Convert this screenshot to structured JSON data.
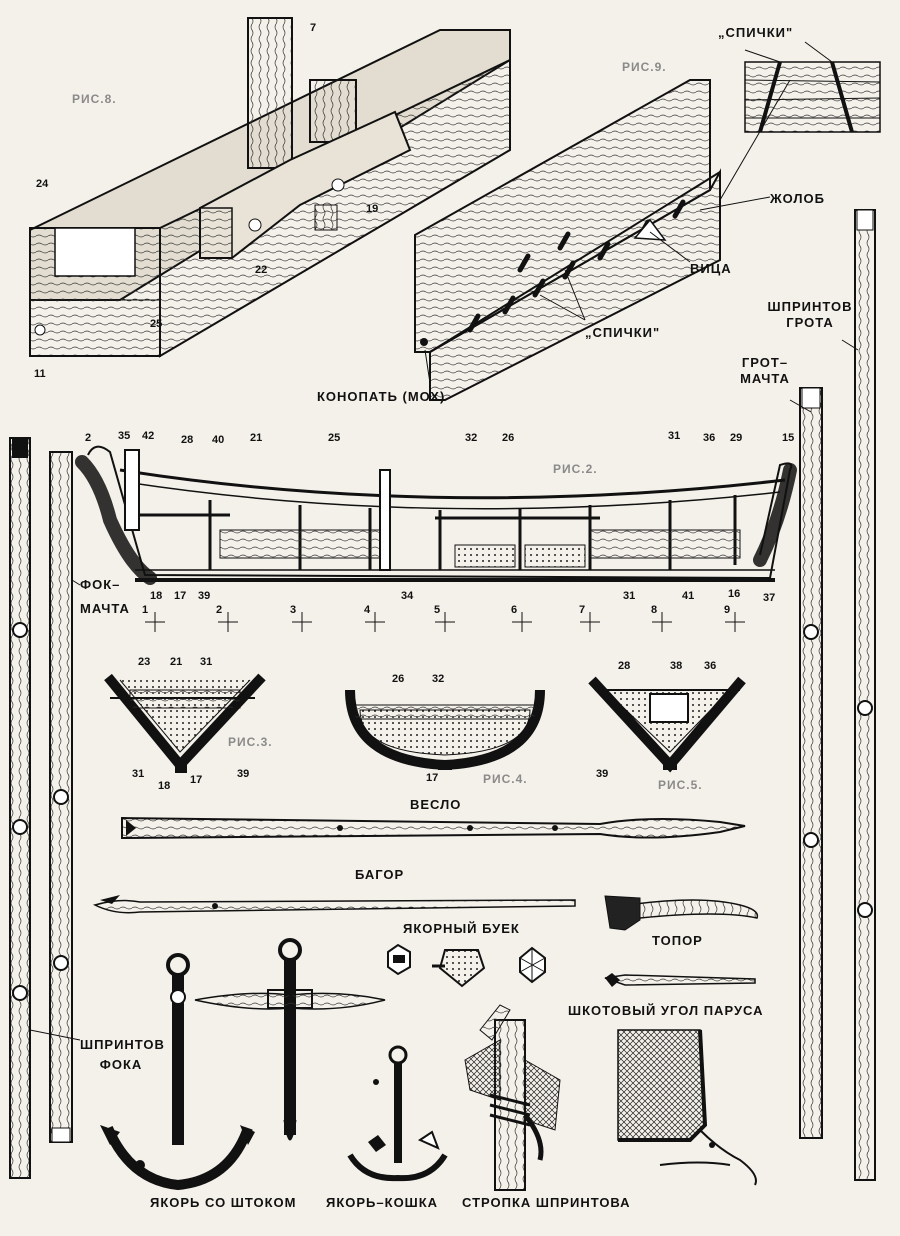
{
  "figures": {
    "fig8": "РИС.8.",
    "fig9": "РИС.9.",
    "fig2": "РИС.2.",
    "fig3": "РИС.3.",
    "fig4": "РИС.4.",
    "fig5": "РИС.5."
  },
  "labels": {
    "spichki_top": "„СПИЧКИ\"",
    "zholob": "ЖОЛОБ",
    "vitsa": "ВИЦА",
    "spichki_mid": "„СПИЧКИ\"",
    "konopat": "КОНОПАТЬ (МОХ)",
    "shprintov_grota_1": "ШПРИНТОВ",
    "shprintov_grota_2": "ГРОТА",
    "grot_machta_1": "ГРОТ–",
    "grot_machta_2": "МАЧТА",
    "fok_machta_1": "ФОК–",
    "fok_machta_2": "МАЧТА",
    "veslo": "ВЕСЛО",
    "bagor": "БАГОР",
    "yakorny_buek": "ЯКОРНЫЙ БУЕК",
    "topor": "ТОПОР",
    "shkotovy_ugol": "ШКОТОВЫЙ УГОЛ ПАРУСА",
    "shprintov_foka_1": "ШПРИНТОВ",
    "shprintov_foka_2": "ФОКА",
    "yakor_so_shtokom": "ЯКОРЬ СО ШТОКОМ",
    "yakor_koshka": "ЯКОРЬ–КОШКА",
    "stropka": "СТРОПКА ШПРИНТОВА"
  },
  "fig8_numbers": {
    "n7": "7",
    "n24": "24",
    "n25": "25",
    "n11": "11",
    "n22": "22",
    "n19": "19"
  },
  "fig2_numbers": {
    "top": [
      "2",
      "35",
      "42",
      "28",
      "40",
      "21",
      "25",
      "32",
      "26",
      "31",
      "36",
      "29",
      "15"
    ],
    "bottom": [
      "18",
      "17",
      "39",
      "34",
      "31",
      "41",
      "16",
      "37"
    ],
    "stations": [
      "1",
      "2",
      "3",
      "4",
      "5",
      "6",
      "7",
      "8",
      "9"
    ]
  },
  "fig3_numbers": {
    "n23": "23",
    "n21": "21",
    "n31a": "31",
    "n31b": "31",
    "n18": "18",
    "n17": "17",
    "n39": "39"
  },
  "fig4_numbers": {
    "n26": "26",
    "n32": "32",
    "n17": "17"
  },
  "fig5_numbers": {
    "n28": "28",
    "n38": "38",
    "n36": "36",
    "n39": "39"
  },
  "colors": {
    "ink": "#111111",
    "paper": "#f4f1ea",
    "wood": "#d9d3c4",
    "faded": "#8a8a8a"
  }
}
